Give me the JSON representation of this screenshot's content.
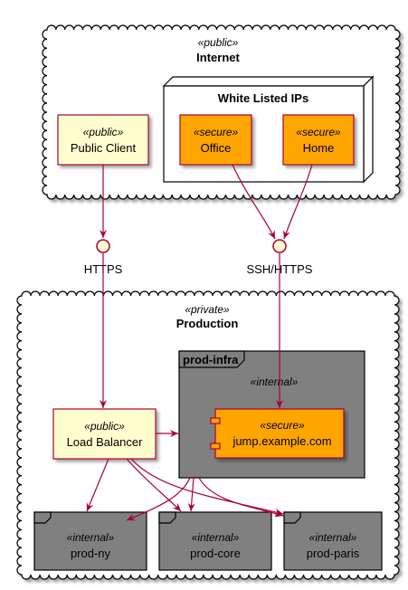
{
  "colors": {
    "arrow": "#A80036",
    "public_fill": "#FEFECE",
    "secure_fill": "#FFA500",
    "internal_fill": "#808080",
    "cloud_border": "#000000"
  },
  "internet": {
    "stereotype": "«public»",
    "title": "Internet",
    "whitelist": {
      "title": "White Listed IPs",
      "office": {
        "stereotype": "«secure»",
        "label": "Office"
      },
      "home": {
        "stereotype": "«secure»",
        "label": "Home"
      }
    },
    "public_client": {
      "stereotype": "«public»",
      "label": "Public Client"
    }
  },
  "interfaces": {
    "https": "HTTPS",
    "ssh": "SSH/HTTPS"
  },
  "production": {
    "stereotype": "«private»",
    "title": "Production",
    "prod_infra": {
      "title": "prod-infra",
      "stereotype": "«internal»",
      "jump": {
        "stereotype": "«secure»",
        "label": "jump.example.com"
      }
    },
    "load_balancer": {
      "stereotype": "«public»",
      "label": "Load Balancer"
    },
    "frames": [
      {
        "stereotype": "«internal»",
        "label": "prod-ny"
      },
      {
        "stereotype": "«internal»",
        "label": "prod-core"
      },
      {
        "stereotype": "«internal»",
        "label": "prod-paris"
      }
    ]
  }
}
